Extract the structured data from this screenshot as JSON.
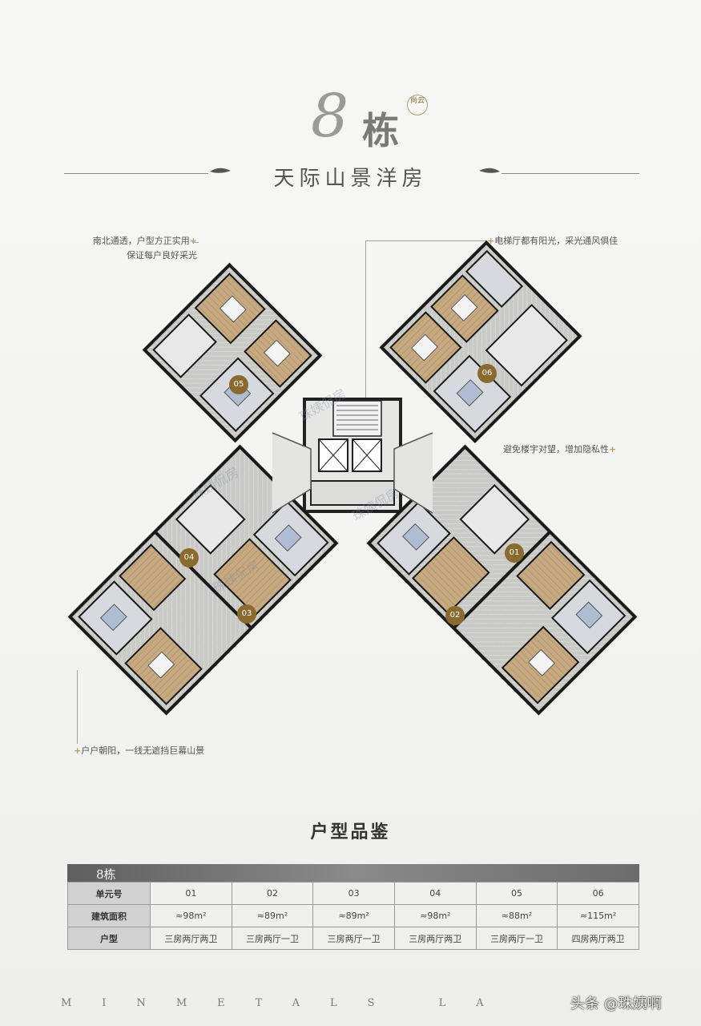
{
  "title": {
    "number": "8",
    "label": "栋",
    "badge": "尚云",
    "subtitle": "天际山景洋房"
  },
  "callouts": [
    {
      "line1": "南北通透，户型方正实用",
      "line2": "保证每户良好采光"
    },
    {
      "line1": "电梯厅都有阳光，采光通风俱佳"
    },
    {
      "line1": "避免楼宇对望，增加隐私性"
    },
    {
      "line1": "户户朝阳，一线无遮挡巨幕山景"
    }
  ],
  "units": [
    {
      "id": "01"
    },
    {
      "id": "02"
    },
    {
      "id": "03"
    },
    {
      "id": "04"
    },
    {
      "id": "05"
    },
    {
      "id": "06"
    }
  ],
  "watermark": "珠姨侃房",
  "table": {
    "title": "户型品鉴",
    "banner": "8栋",
    "rows": [
      {
        "label": "单元号",
        "values": [
          "01",
          "02",
          "03",
          "04",
          "05",
          "06"
        ]
      },
      {
        "label": "建筑面积",
        "values": [
          "≈98m²",
          "≈89m²",
          "≈89m²",
          "≈98m²",
          "≈88m²",
          "≈115m²"
        ]
      },
      {
        "label": "户型",
        "values": [
          "三房两厅两卫",
          "三房两厅一卫",
          "三房两厅一卫",
          "三房两厅两卫",
          "三房两厅一卫",
          "四房两厅两卫"
        ]
      }
    ]
  },
  "footer": {
    "brand": "MINMETALS LA",
    "credit": "头条 @珠姨啊"
  },
  "colors": {
    "accent": "#8a6a2e",
    "table_label_bg": "#d2d2d2",
    "banner": "#6c6c6c"
  }
}
